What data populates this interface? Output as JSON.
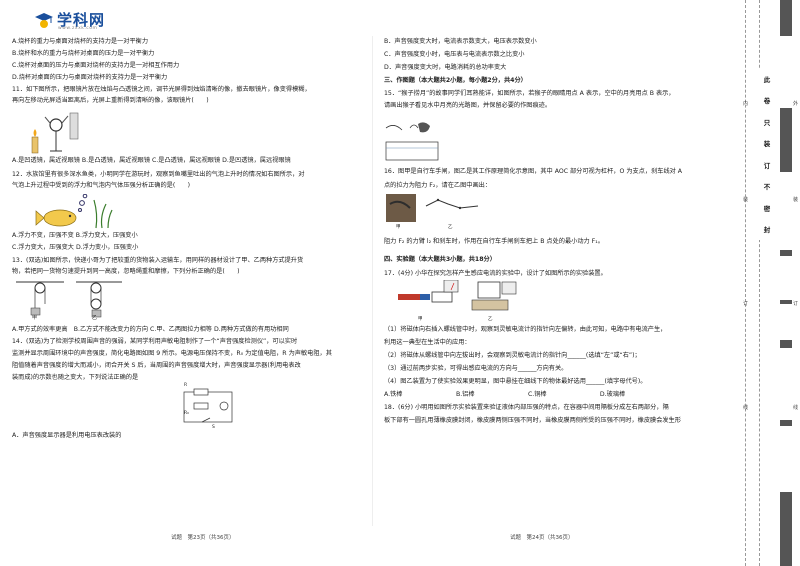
{
  "header": {
    "logo_text": "学科网",
    "logo_sub": "www.zxxk.com"
  },
  "left_column": {
    "lines_a": [
      "A.烧杯的重力与桌面对烧杯的支持力是一对平衡力",
      "B.烧杯和水的重力与烧杯对桌面的压力是一对平衡力",
      "C.烧杯对桌面的压力与桌面对烧杯的支持力是一对相互作用力",
      "D.烧杯对桌面的压力与桌面对烧杯的支持力是一对平衡力"
    ],
    "q11": [
      "11．如下图所示，把眼镜片放在烛焰与凸透镜之间，调节光屏得到烛焰清晰的像，撤去眼镜片，像变得模糊，",
      "再向左移动光屏适当距离后，光屏上重新得到清晰的像，该眼镜片(　　)"
    ],
    "q11_options": [
      "A.是凹透镜，属近视眼镜 B.是凸透镜，属近视眼镜 C.是凸透镜，属远视眼镜 D.是凹透镜，属远视眼镜"
    ],
    "q12": [
      "12．水族馆里有很多深水鱼类，小明同学在游玩时，观察到鱼嘴里吐出的气泡上升时的情况如右图所示，对",
      "气泡上升过程中受到的浮力和气泡内气体压强分析正确的是(　　)"
    ],
    "q12_options": [
      "A.浮力不变，压强不变 B.浮力变大，压强变小",
      "C.浮力变大，压强变大 D.浮力变小，压强变小"
    ],
    "q13": [
      "13．(双选)如图所示，快递小哥为了把较重的货物装入运输车，用同样的器材设计了甲、乙两种方式提升货",
      "物，若把同一货物匀速提升到同一高度，忽略绳重和摩擦，下列分析正确的是(　　)"
    ],
    "q13_labels": {
      "a": "甲",
      "b": "乙"
    },
    "q13_options": [
      "A.甲方式的效率更高　B.乙方式不能改变力的方向 C.甲、乙两图拉力相等 D.两种方式做的有用功相同"
    ],
    "q14": [
      "14．(双选)为了检测学校周围声音的强弱，某同学利用声敏电阻制作了一个“声音强度检测仪”，可以实时",
      "监测并显示周围环境中的声音强度，简化电路图如图 9 所示。电源电压保持不变，R₀ 为定值电阻，R 为声敏电阻，其",
      "阻值随着声音强度的增大而减小，闭合开关 S 后，当周围的声音强度增大时，声音强度显示器(利用电表改",
      "装而成)的示数也随之变大，下列说法正确的是"
    ],
    "q14_labels": {
      "a": "R",
      "b": "R₀",
      "c": "S"
    },
    "q14_option_a": "A．声音强度显示器是利用电压表改装的",
    "footer": "试题　第23页（共36页）"
  },
  "right_column": {
    "lines_a": [
      "B．声音强度变大时，电流表示数变大，电压表示数变小",
      "C．声音强度变小时，电压表与电流表示数之比变小",
      "D．声音强度变大时，电路消耗的总功率变大"
    ],
    "section3": "三、作图题（本大题共2小题，每小题2分，共4分）",
    "q15": [
      "15．“猴子捞月”的故事同学们耳熟能详，如图所示，若猴子的眼睛用点 A 表示，空中的月亮用点 B 表示，",
      "请画出猴子看见水中月亮的光路图，并保留必要的作图痕迹。"
    ],
    "q16": [
      "16．图甲是自行车手闸，图乙是其工作原理简化示意图，其中 AOC 部分可视为杠杆，O 为支点，刹车线对 A",
      "点的拉力为阻力 F₂，请在乙图中画出："
    ],
    "q16_labels": {
      "a": "甲",
      "b": "乙"
    },
    "q16_task": "阻力 F₂ 的力臂 l₂ 和刹车时，作用在自行车手闸刹车把上 B 点处的最小动力 F₁。",
    "section4": "四、实验题（本大题共3小题，共18分）",
    "q17": [
      "17．(4分) 小华在探究怎样产生感应电流的实验中，设计了如图所示的实验装置。"
    ],
    "q17_labels": {
      "a": "甲",
      "b": "乙"
    },
    "q17_parts": [
      "（1）将磁体向右插入螺线管中时，观察到灵敏电流计的指针向左偏转，由此可知，电路中有电流产生，",
      "利用这一典型在生活中的应用：",
      "（2）将磁体从螺线管中向左拔出时，会观察到灵敏电流计的指针向______(选填“左”或“右”)；",
      "（3）通过前两步实验，可得出感应电流的方向与______方向有关。",
      "（4）图乙装置为了使实验效果更明显，图中悬挂在细线下的物体最好选用______(填字母代号)。"
    ],
    "q17_options": {
      "a": "A.铁棒",
      "b": "B.铝棒",
      "c": "C.铜棒",
      "d": "D.玻璃棒"
    },
    "q18": [
      "18．(6分) 小明用如图所示实验装置来验证液体内部压强的特点，在容器中间用隔板分成左右两部分，隔",
      "板下部有一圆孔用薄橡皮膜封闭，橡皮膜两侧压强不同时，当橡皮膜两侧所受的压强不同时，橡皮膜会发生形"
    ],
    "footer": "试题　第24页（共36页）"
  },
  "margin_strip": {
    "seal_chars": [
      "此",
      "卷",
      "只",
      "装",
      "订",
      "不",
      "密",
      "封"
    ],
    "side_labels": [
      "内",
      "装",
      "订",
      "线"
    ],
    "outer_labels": [
      "外",
      "装",
      "订",
      "线"
    ]
  }
}
